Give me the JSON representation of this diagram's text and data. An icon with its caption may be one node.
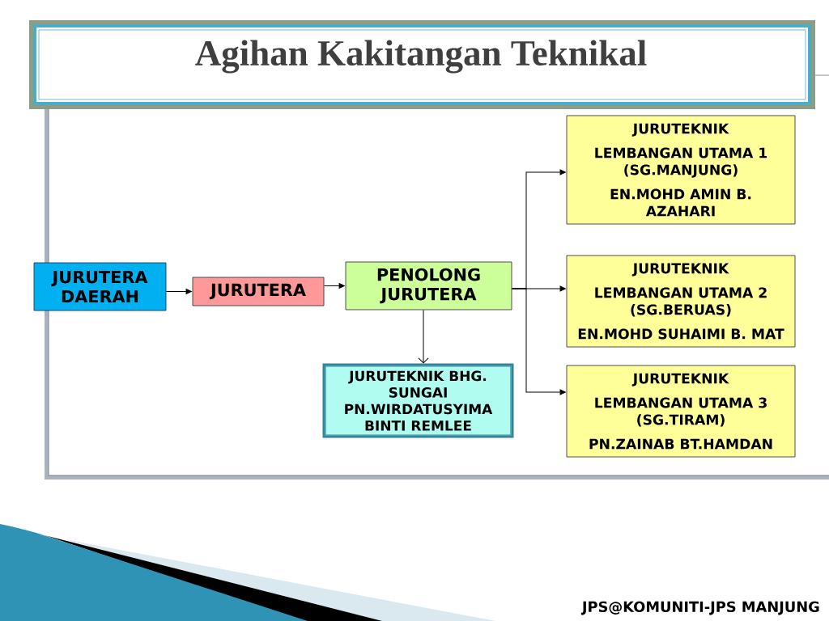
{
  "diagram": {
    "title": "Agihan Kakitangan Teknikal",
    "nodes": [
      {
        "text": [
          "JURUTERA DAERAH"
        ]
      },
      {
        "text": [
          "JURUTERA"
        ]
      },
      {
        "text": [
          "PENOLONG JURUTERA"
        ]
      },
      {
        "text": [
          "JURUTEKNIK",
          "LEMBANGAN UTAMA 1 (SG.MANJUNG)",
          "EN.MOHD AMIN B. AZAHARI"
        ]
      },
      {
        "text": [
          "JURUTEKNIK",
          "LEMBANGAN UTAMA 2 (SG.BERUAS)",
          "EN.MOHD SUHAIMI B. MAT"
        ]
      },
      {
        "text": [
          "JURUTEKNIK",
          "LEMBANGAN UTAMA 3 (SG.TIRAM)",
          "PN.ZAINAB BT.HAMDAN"
        ]
      },
      {
        "text": [
          "JURUTEKNIK BHG. SUNGAI",
          "PN.WIRDATUSYIMA BINTI REMLEE"
        ]
      }
    ],
    "edges": [
      {
        "from": 0,
        "to": 1,
        "arrow": "to"
      },
      {
        "from": 1,
        "to": 2,
        "arrow": "to"
      },
      {
        "from": 2,
        "to": 3,
        "arrow": "to"
      },
      {
        "from": 2,
        "to": 4,
        "arrow": "to"
      },
      {
        "from": 2,
        "to": 5,
        "arrow": "to"
      },
      {
        "from": 2,
        "to": 6,
        "arrow": "to"
      }
    ],
    "labels": [
      "JPS@KOMUNITI-JPS MANJUNG"
    ]
  }
}
